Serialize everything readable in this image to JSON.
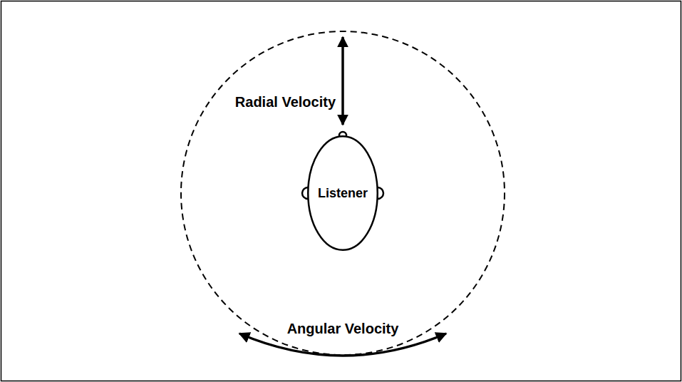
{
  "diagram": {
    "nodes": [
      {
        "text": [
          "Listener"
        ]
      }
    ],
    "labels": [
      "Radial Velocity",
      "Angular Velocity"
    ]
  }
}
